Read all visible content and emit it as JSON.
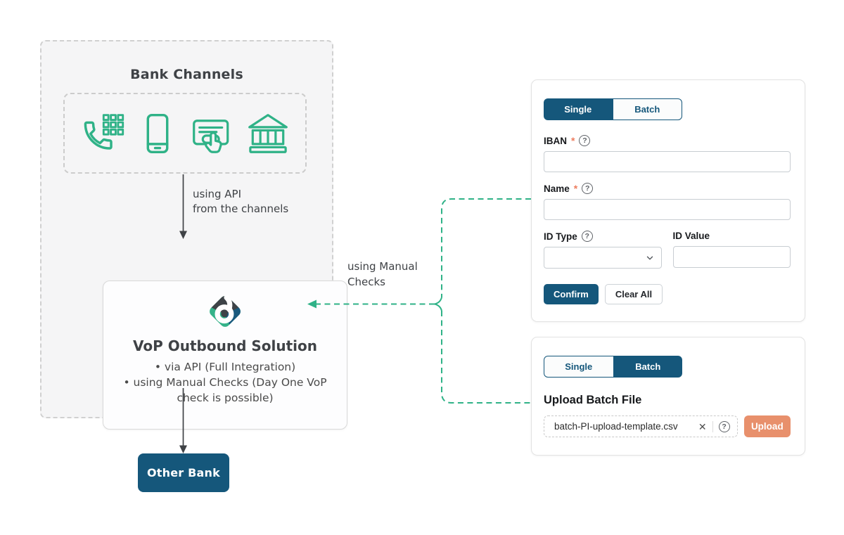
{
  "colors": {
    "navy": "#15577B",
    "green": "#2FB287",
    "salmon": "#E8906C",
    "required_asterisk": "#ED7D5F",
    "text_dark": "#3F4246",
    "dashed_border": "#CFCFCF"
  },
  "glyphs": {
    "required": "*",
    "help": "?",
    "close": "✕"
  },
  "diagram": {
    "bank_channels": {
      "title": "Bank Channels",
      "icons": [
        "phone-keypad",
        "mobile-phone",
        "online-banking-tap",
        "bank-building"
      ]
    },
    "api_arrow_label_line1": "using API",
    "api_arrow_label_line2": "from the channels",
    "vop": {
      "title": "VoP Outbound Solution",
      "bullets": [
        "via API (Full Integration)",
        "using Manual Checks (Day One VoP check is possible)"
      ]
    },
    "manual_arrow_label_line1": "using Manual",
    "manual_arrow_label_line2": "Checks",
    "other_bank_label": "Other Bank"
  },
  "single_panel": {
    "tabs": {
      "single": "Single",
      "batch": "Batch"
    },
    "iban_label": "IBAN",
    "name_label": "Name",
    "id_type_label": "ID Type",
    "id_value_label": "ID Value",
    "confirm_label": "Confirm",
    "clear_label": "Clear All"
  },
  "batch_panel": {
    "tabs": {
      "single": "Single",
      "batch": "Batch"
    },
    "heading": "Upload Batch File",
    "file_name": "batch-PI-upload-template.csv",
    "upload_label": "Upload"
  }
}
